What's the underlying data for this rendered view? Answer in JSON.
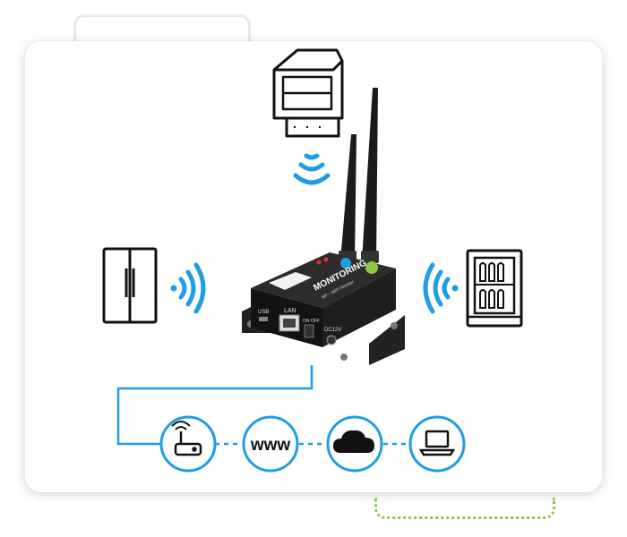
{
  "colors": {
    "accent_blue": "#1f9ee3",
    "accent_green": "#8dc63f",
    "device_body": "#1a1a1a"
  },
  "device": {
    "brand": "MONITORING",
    "model": "MF - WiFi Monitor",
    "port_usb": "USB",
    "port_lan": "LAN",
    "switch": "ON OFF",
    "power": "DC12V"
  },
  "network_chain": [
    {
      "icon": "router-icon"
    },
    {
      "icon": "www-icon",
      "label": "www"
    },
    {
      "icon": "cloud-icon"
    },
    {
      "icon": "laptop-icon"
    }
  ],
  "appliances": [
    "display-fridge-icon",
    "double-door-fridge-icon",
    "wine-cooler-icon"
  ]
}
